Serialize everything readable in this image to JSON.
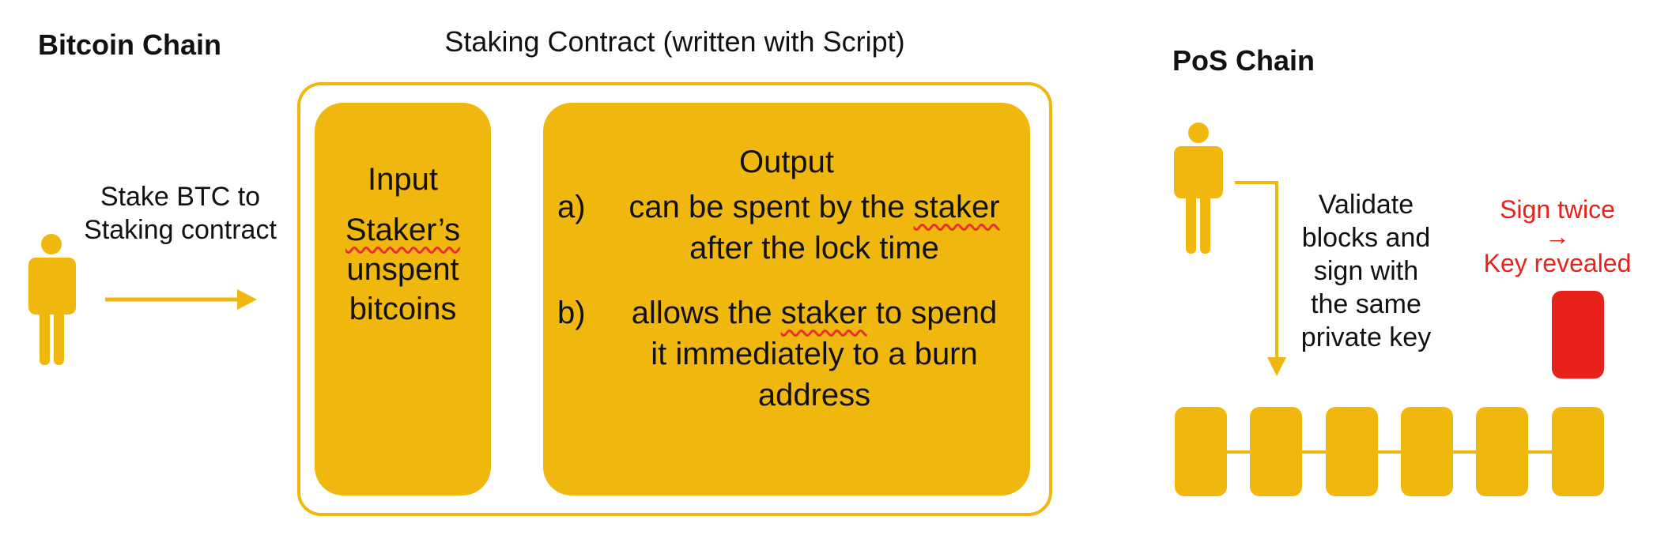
{
  "bitcoin_chain": {
    "title": "Bitcoin Chain",
    "stake_label_line1": "Stake BTC to",
    "stake_label_line2": "Staking contract"
  },
  "contract": {
    "title": "Staking Contract (written with Script)",
    "input": {
      "heading": "Input",
      "word1": "Staker’s",
      "line2": "unspent",
      "line3": "bitcoins"
    },
    "output": {
      "heading": "Output",
      "a_letter": "a)",
      "a_line1_pre": "can be spent by the ",
      "a_line1_word": "staker",
      "a_line2": "after the lock time",
      "b_letter": "b)",
      "b_line1_pre": "allows the ",
      "b_line1_word": "staker",
      "b_line1_post": " to spend",
      "b_line2": "it immediately to a burn",
      "b_line3": "address"
    }
  },
  "pos_chain": {
    "title": "PoS Chain",
    "validate_lines": [
      "Validate",
      "blocks and",
      "sign with",
      "the same",
      "private key"
    ],
    "sign_twice": "Sign twice",
    "arrow_glyph": "→",
    "key_revealed": "Key revealed",
    "block_count": 6
  },
  "colors": {
    "accent": "#F0B80F",
    "alert": "#E8221A"
  },
  "icons": [
    "person-icon",
    "arrow-right-icon",
    "arrow-down-icon"
  ]
}
